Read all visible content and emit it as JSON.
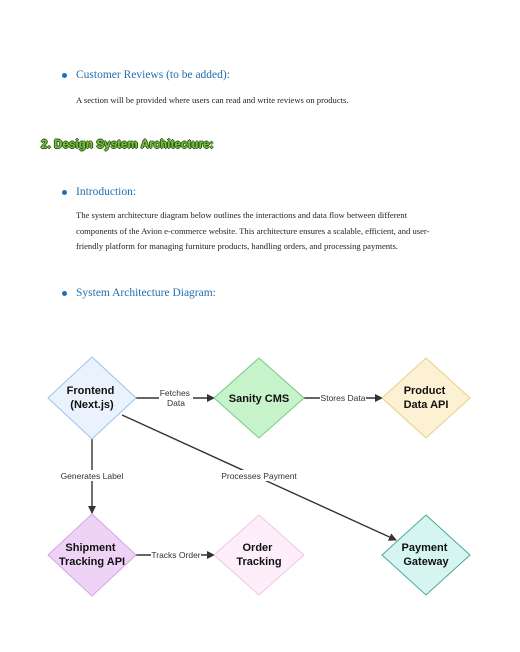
{
  "bullets": {
    "reviews": "Customer Reviews (to be added):",
    "intro": "Introduction:",
    "diagram": "System Architecture Diagram:"
  },
  "paragraphs": {
    "reviews": "A section will be provided where users can read and write reviews on products.",
    "intro_lines": [
      "The system architecture diagram below outlines the interactions and data flow between different",
      "components of the Avion e-commerce website. This architecture ensures a scalable, efficient, and user-",
      "friendly platform for managing furniture products, handling orders, and processing payments."
    ]
  },
  "heading": "2. Design System Architecture:",
  "diagram": {
    "nodes": {
      "frontend": [
        "Frontend",
        "(Next.js)"
      ],
      "sanity": [
        "Sanity CMS"
      ],
      "product": [
        "Product",
        "Data API"
      ],
      "shipment": [
        "Shipment",
        "Tracking API"
      ],
      "order": [
        "Order",
        "Tracking"
      ],
      "payment": [
        "Payment",
        "Gateway"
      ]
    },
    "edges": {
      "fetches": [
        "Fetches",
        "Data"
      ],
      "stores": "Stores Data",
      "generates": "Generates Label",
      "processes": "Processes Payment",
      "tracks": "Tracks Order"
    },
    "colors": {
      "frontend": "#eaf3fd",
      "sanity": "#c6f3c9",
      "product": "#fdf1d4",
      "shipment": "#efd3f7",
      "order": "#fdeefa",
      "payment": "#d6f5f1"
    }
  }
}
